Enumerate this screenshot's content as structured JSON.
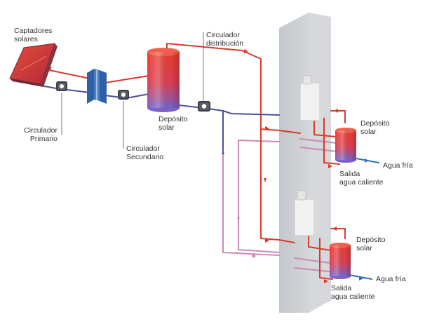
{
  "labels": {
    "collectors": [
      "Captadores",
      "solares"
    ],
    "primary_pump": [
      "Circulador",
      "Primario"
    ],
    "secondary_pump": [
      "Circulador",
      "Secundario"
    ],
    "distribution_pump": [
      "Circulador",
      "distribución"
    ],
    "main_tank": [
      "Depósito",
      "solar"
    ],
    "tank_upper": [
      "Depósito",
      "solar"
    ],
    "tank_lower": [
      "Depósito",
      "solar"
    ],
    "cold_upper": "Agua fría",
    "cold_lower": "Agua fría",
    "hot_outlet_upper": [
      "Salida",
      "agua caliente"
    ],
    "hot_outlet_lower": [
      "Salida",
      "agua caliente"
    ]
  },
  "colors": {
    "hot_pipe": "#d83a2c",
    "cold_pipe": "#4b4f9c",
    "return_pipe": "#c98ab8",
    "cold_water": "#2e6fb5",
    "wall": "#c9ccd0",
    "exchanger": "#2f5fa8"
  }
}
